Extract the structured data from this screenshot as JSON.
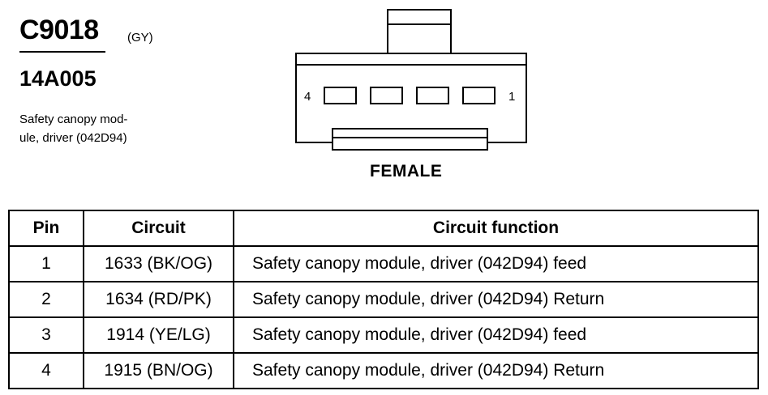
{
  "connector": {
    "id": "C9018",
    "color": "(GY)",
    "part_number": "14A005",
    "description_lines": [
      "Safety canopy mod-",
      "ule, driver (042D94)"
    ]
  },
  "diagram": {
    "pin_label_left": "4",
    "pin_label_right": "1",
    "view_label": "FEMALE"
  },
  "table": {
    "headers": [
      "Pin",
      "Circuit",
      "Circuit function"
    ],
    "rows": [
      {
        "pin": "1",
        "circuit": "1633 (BK/OG)",
        "function": "Safety canopy module, driver (042D94) feed"
      },
      {
        "pin": "2",
        "circuit": "1634 (RD/PK)",
        "function": "Safety canopy module, driver (042D94) Return"
      },
      {
        "pin": "3",
        "circuit": "1914 (YE/LG)",
        "function": "Safety canopy module, driver (042D94) feed"
      },
      {
        "pin": "4",
        "circuit": "1915 (BN/OG)",
        "function": "Safety canopy module, driver (042D94) Return"
      }
    ]
  }
}
